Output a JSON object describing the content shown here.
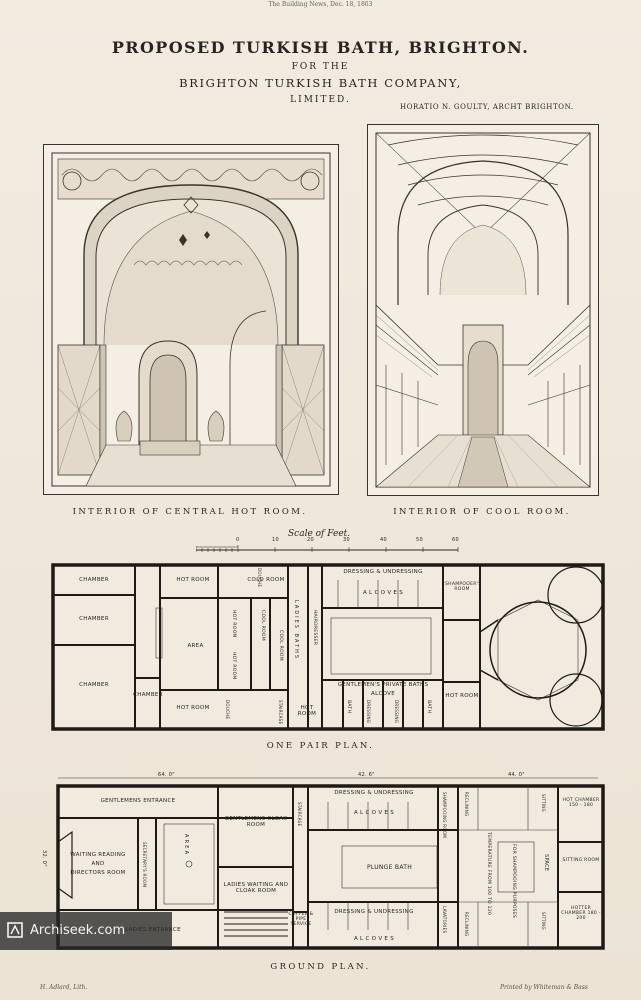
{
  "header": {
    "journal": "The Building News, Dec. 18, 1863",
    "title": "PROPOSED TURKISH BATH, BRIGHTON.",
    "for_the": "FOR THE",
    "company": "BRIGHTON TURKISH BATH COMPANY,",
    "limited": "LIMITED.",
    "architect": "HORATIO N. GOULTY, ARCHT BRIGHTON."
  },
  "plates": {
    "left_caption": "INTERIOR OF CENTRAL HOT ROOM.",
    "right_caption": "INTERIOR OF COOL ROOM."
  },
  "scale": {
    "label": "Scale of Feet.",
    "ticks": [
      "0",
      "10",
      "20",
      "30",
      "40",
      "50",
      "60"
    ]
  },
  "one_pair_plan": {
    "title": "ONE PAIR PLAN.",
    "rooms": {
      "chamber1": "CHAMBER",
      "chamber2": "CHAMBER",
      "chamber3": "CHAMBER",
      "chamber4": "CHAMBER",
      "area": "AREA",
      "hot_room_top": "HOT ROOM",
      "hot_room_bottom": "HOT ROOM",
      "cold_room": "COLD ROOM",
      "douche_top": "DOUCHE",
      "douche_bottom": "DOUCHE",
      "hot_room_v1": "HOT ROOM",
      "hot_room_v2": "HOT ROOM",
      "cool_room_v1": "COOL ROOM",
      "cool_room_v2": "COOL ROOM",
      "ladies_baths": "LADIES BATHS",
      "hairdresser": "HAIRDRESSER",
      "staircase": "STAIRCASE",
      "dressing": "DRESSING & UNDRESSING",
      "alcoves": "A L C O V E S",
      "shampooers": "SHAMPOOER'S ROOM",
      "gents_private": "GENTLEMEN'S PRIVATE BATHS",
      "alcove": "ALCOVE",
      "dressing_small1": "DRESSING",
      "dressing_small2": "DRESSING",
      "bath1": "BATH",
      "bath2": "BATH",
      "hot_room_small1": "HOT ROOM",
      "hot_room_small2": "HOT ROOM"
    }
  },
  "ground_plan": {
    "title": "GROUND PLAN.",
    "dims": {
      "d1": "64. 0\"",
      "d2": "42. 6\"",
      "d3": "44. 0\"",
      "d4": "32. 0\""
    },
    "rooms": {
      "gents_entrance": "GENTLEMENS ENTRANCE",
      "waiting": "WAITING READING",
      "and": "AND",
      "directors": "DIRECTORS ROOM",
      "secretarys": "SECRETARY'S ROOM",
      "area": "A R E A",
      "ladies_entrance": "LADIES ENTRANCE",
      "gents_cloak": "GENTLEMENS CLOAK ROOM",
      "staircase": "STAIRCASE",
      "ladies_waiting": "LADIES WAITING AND CLOAK ROOM",
      "coffee": "COFFEE & PIPE SERVICE",
      "dressing_top": "DRESSING & UNDRESSING",
      "alcoves_top": "A L C O V E S",
      "plunge": "PLUNGE BATH",
      "dressing_bottom": "DRESSING & UNDRESSING",
      "alcoves_bottom": "A L C O V E S",
      "shampooing": "SHAMPOOING ROOM",
      "lavatories": "LAVATORIES",
      "shampooing_purposes": "FOR SHAMPOOING PURPOSES",
      "temperature": "TEMPERATURE FROM 100 TO 120",
      "space": "SPACE",
      "sitting_top": "SITTING",
      "sitting_bottom": "SITTING",
      "reclining1": "RECLINING",
      "reclining2": "RECLINING",
      "hot_chamber": "HOT CHAMBER 150 - 180",
      "hotter_chamber": "HOTTER CHAMBER 180 - 200",
      "sitting_room": "SITTING ROOM"
    }
  },
  "footer": {
    "left": "H. Adlard, Lith.",
    "right": "Printed by Whiteman & Bass"
  },
  "watermark": {
    "brand": "Archiseek.com"
  }
}
